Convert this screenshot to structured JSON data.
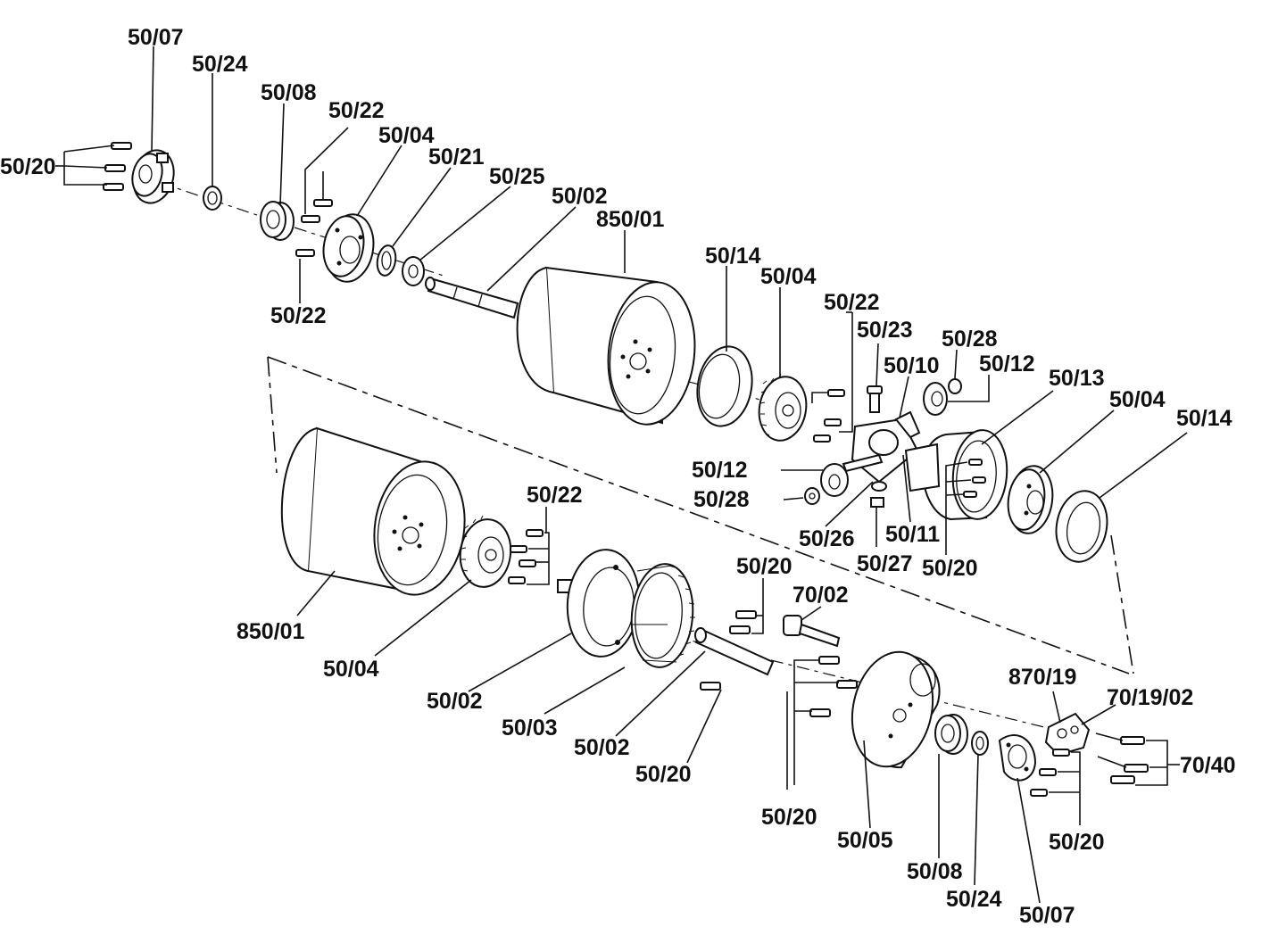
{
  "labels": {
    "l_50_07_top": "50/07",
    "l_50_24_top": "50/24",
    "l_50_08_top": "50/08",
    "l_50_22_a": "50/22",
    "l_50_04_a": "50/04",
    "l_50_21": "50/21",
    "l_50_25": "50/25",
    "l_50_02_a": "50/02",
    "l_850_01_a": "850/01",
    "l_50_20_a": "50/20",
    "l_50_22_b": "50/22",
    "l_50_14_a": "50/14",
    "l_50_04_b": "50/04",
    "l_50_22_c": "50/22",
    "l_50_23": "50/23",
    "l_50_28_a": "50/28",
    "l_50_10": "50/10",
    "l_50_12_a": "50/12",
    "l_50_13": "50/13",
    "l_50_04_c": "50/04",
    "l_50_14_b": "50/14",
    "l_50_12_b": "50/12",
    "l_50_28_b": "50/28",
    "l_50_26": "50/26",
    "l_50_11": "50/11",
    "l_50_27": "50/27",
    "l_50_20_b": "50/20",
    "l_50_22_d": "50/22",
    "l_850_01_b": "850/01",
    "l_50_04_d": "50/04",
    "l_50_02_b": "50/02",
    "l_50_03": "50/03",
    "l_50_02_c": "50/02",
    "l_50_20_c": "50/20",
    "l_50_20_d": "50/20",
    "l_70_02": "70/02",
    "l_50_20_e": "50/20",
    "l_50_05": "50/05",
    "l_50_08_b": "50/08",
    "l_50_24_b": "50/24",
    "l_50_07_b": "50/07",
    "l_870_19": "870/19",
    "l_70_19_02": "70/19/02",
    "l_70_40": "70/40",
    "l_50_20_f": "50/20"
  }
}
